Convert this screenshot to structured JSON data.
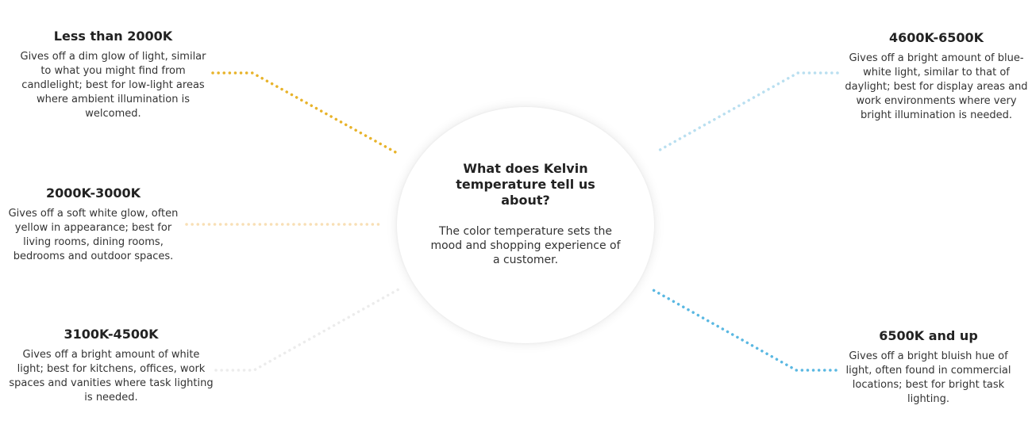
{
  "center": {
    "title": "What does Kelvin temperature tell us about?",
    "text": "The color temperature sets the mood and shopping experience of a customer."
  },
  "nodes": [
    {
      "title": "Less than 2000K",
      "desc": "Gives off a dim glow of light, similar to what you might find from candlelight; best for low-light areas where ambient illumination is welcomed.",
      "color": "#e8b32a"
    },
    {
      "title": "2000K-3000K",
      "desc": "Gives off a soft white glow, often yellow in appearance; best for living rooms, dining rooms, bedrooms and outdoor spaces.",
      "color": "#f8dfb5"
    },
    {
      "title": "3100K-4500K",
      "desc": "Gives off a bright amount of white light; best for kitchens, offices, work spaces and vanities where task lighting is needed.",
      "color": "#ececec"
    },
    {
      "title": "4600K-6500K",
      "desc": "Gives off a bright amount of blue-white light, similar to that of daylight; best for display areas and work environments where very bright illumination is needed.",
      "color": "#b9dff0"
    },
    {
      "title": "6500K and up",
      "desc": "Gives off a bright bluish hue of light, often found in commercial locations; best for bright task lighting.",
      "color": "#5ab8e2"
    }
  ]
}
